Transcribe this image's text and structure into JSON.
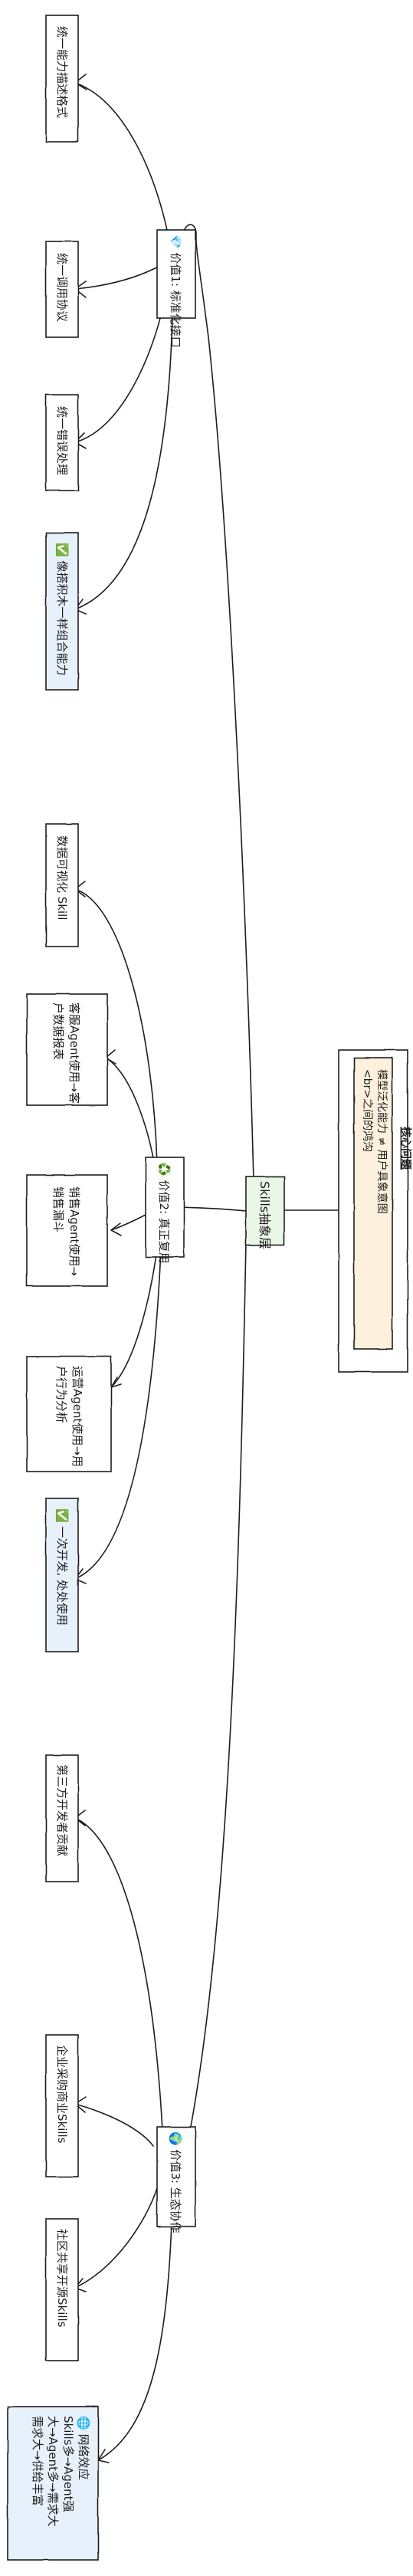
{
  "center": {
    "label": "Skills抽象层"
  },
  "core_question": {
    "title": "核心问题",
    "text_line1": "模型泛化能力 ≠ 用户具象意图",
    "text_line2": "<br>之间的鸿沟"
  },
  "values": [
    {
      "id": "v1",
      "icon": "diamond-icon",
      "label": "💎 价值1: 标准化接口",
      "children": [
        {
          "text": "统一能力描述格式"
        },
        {
          "text": "统一调用协议"
        },
        {
          "text": "统一错误处理"
        }
      ],
      "result": {
        "icon": "check-icon",
        "text": "✅ 像搭积木一样组合能力"
      }
    },
    {
      "id": "v2",
      "icon": "recycle-icon",
      "label": "♻️ 价值2: 真正复用",
      "children": [
        {
          "text": "数据可视化 Skill"
        },
        {
          "line1": "客服Agent使用→客",
          "line2": "户数据报表"
        },
        {
          "line1": "销售Agent使用→",
          "line2": "销售漏斗"
        },
        {
          "line1": "运营Agent使用→用",
          "line2": "户行为分析"
        }
      ],
      "result": {
        "icon": "check-icon",
        "text": "✅ 一次开发, 处处使用"
      }
    },
    {
      "id": "v3",
      "icon": "globe-icon",
      "label": "🌍 价值3: 生态协作",
      "children": [
        {
          "text": "第三方开发者贡献"
        },
        {
          "text": "企业采购商业Skills"
        },
        {
          "text": "社区共享开源Skills"
        }
      ],
      "result": {
        "icon": "globe-icon",
        "line1": "🌐 网络效应",
        "line2": "Skills多→Agent强",
        "line3": "大→Agent多→需求大",
        "line4": "需求大→供给丰富"
      }
    }
  ],
  "colors": {
    "node_fill": "#ffffff",
    "result_fill": "#e7f1fb",
    "center_fill": "#ebf7e6",
    "core_fill": "#fdf0dc",
    "stroke": "#1e1e1e",
    "check_green": "#2fb54a"
  }
}
